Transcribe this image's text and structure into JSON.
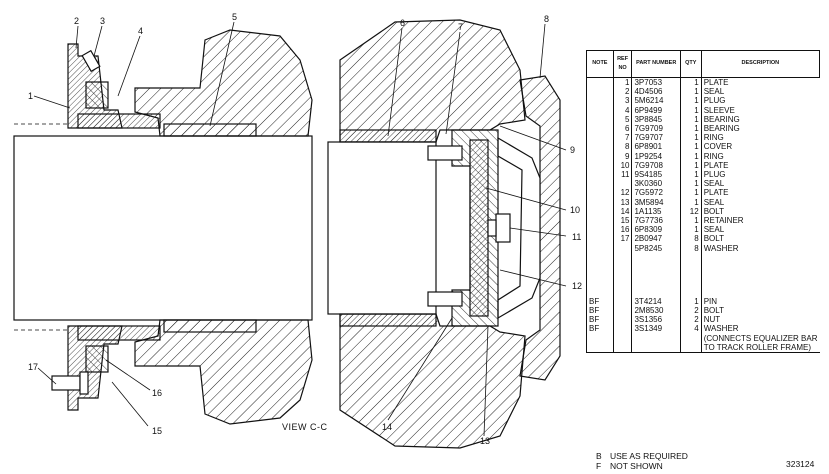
{
  "callouts": [
    "1",
    "2",
    "3",
    "4",
    "5",
    "6",
    "7",
    "8",
    "9",
    "10",
    "11",
    "12",
    "13",
    "14",
    "15",
    "16",
    "17"
  ],
  "view_label": "VIEW C-C",
  "table": {
    "headers": {
      "note": "NOTE",
      "ref": "REF NO",
      "part": "PART NUMBER",
      "qty": "QTY",
      "desc": "DESCRIPTION"
    },
    "rows": [
      {
        "note": "",
        "ref": "1",
        "part": "3P7053",
        "qty": "1",
        "desc": "PLATE"
      },
      {
        "note": "",
        "ref": "2",
        "part": "4D4506",
        "qty": "1",
        "desc": "SEAL"
      },
      {
        "note": "",
        "ref": "3",
        "part": "5M6214",
        "qty": "1",
        "desc": "PLUG"
      },
      {
        "note": "",
        "ref": "4",
        "part": "6P9499",
        "qty": "1",
        "desc": "SLEEVE"
      },
      {
        "note": "",
        "ref": "5",
        "part": "3P8845",
        "qty": "1",
        "desc": "BEARING"
      },
      {
        "note": "",
        "ref": "6",
        "part": "7G9709",
        "qty": "1",
        "desc": "BEARING"
      },
      {
        "note": "",
        "ref": "7",
        "part": "7G9707",
        "qty": "1",
        "desc": "RING"
      },
      {
        "note": "",
        "ref": "8",
        "part": "6P8901",
        "qty": "1",
        "desc": "COVER"
      },
      {
        "note": "",
        "ref": "9",
        "part": "1P9254",
        "qty": "1",
        "desc": "RING"
      },
      {
        "note": "",
        "ref": "10",
        "part": "7G9708",
        "qty": "1",
        "desc": "PLATE"
      },
      {
        "note": "",
        "ref": "11",
        "part": "9S4185",
        "qty": "1",
        "desc": "PLUG"
      },
      {
        "note": "",
        "ref": "",
        "part": "3K0360",
        "qty": "1",
        "desc": "SEAL"
      },
      {
        "note": "",
        "ref": "12",
        "part": "7G5972",
        "qty": "1",
        "desc": "PLATE"
      },
      {
        "note": "",
        "ref": "13",
        "part": "3M5894",
        "qty": "1",
        "desc": "SEAL"
      },
      {
        "note": "",
        "ref": "14",
        "part": "1A1135",
        "qty": "12",
        "desc": "BOLT"
      },
      {
        "note": "",
        "ref": "15",
        "part": "7G7736",
        "qty": "1",
        "desc": "RETAINER"
      },
      {
        "note": "",
        "ref": "16",
        "part": "6P8309",
        "qty": "1",
        "desc": "SEAL"
      },
      {
        "note": "",
        "ref": "17",
        "part": "2B0947",
        "qty": "8",
        "desc": "BOLT"
      },
      {
        "note": "",
        "ref": "",
        "part": "5P8245",
        "qty": "8",
        "desc": "WASHER"
      },
      {
        "note": "BF",
        "ref": "",
        "part": "3T4214",
        "qty": "1",
        "desc": "PIN"
      },
      {
        "note": "BF",
        "ref": "",
        "part": "2M8530",
        "qty": "2",
        "desc": "BOLT"
      },
      {
        "note": "BF",
        "ref": "",
        "part": "3S1356",
        "qty": "2",
        "desc": "NUT"
      },
      {
        "note": "BF",
        "ref": "",
        "part": "3S1349",
        "qty": "4",
        "desc": "WASHER"
      },
      {
        "note": "",
        "ref": "",
        "part": "",
        "qty": "",
        "desc": "(CONNECTS EQUALIZER BAR"
      },
      {
        "note": "",
        "ref": "",
        "part": "",
        "qty": "",
        "desc": "TO TRACK ROLLER FRAME)"
      }
    ]
  },
  "footnotes": [
    {
      "key": "B",
      "text": "USE AS REQUIRED"
    },
    {
      "key": "F",
      "text": "NOT SHOWN"
    }
  ],
  "drawing_number": "323124",
  "colors": {
    "ink": "#111111",
    "paper": "#ffffff"
  }
}
